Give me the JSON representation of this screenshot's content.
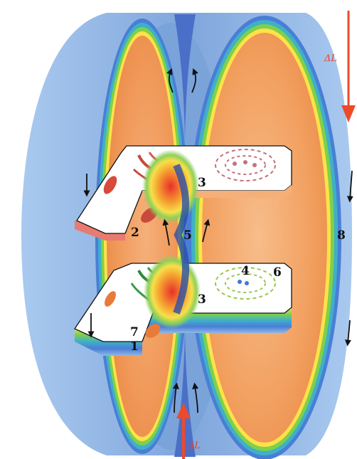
{
  "labels": {
    "n1": "1",
    "n2": "2",
    "n3_top": "3",
    "n3_bottom": "3",
    "n4": "4",
    "n5": "5",
    "n6": "6",
    "n7": "7",
    "n8": "8"
  },
  "arrows": {
    "delta_top": "ΔL",
    "delta_bottom": "ΔL"
  },
  "colors": {
    "outer_field": "#8fb8e6",
    "inner_field": "#f2a060",
    "arrow_red": "#ee4a2a",
    "cell_outline": "#111111"
  },
  "icons": {
    "flow_arrow": "arrow-icon",
    "cell": "cell-plate-icon"
  }
}
